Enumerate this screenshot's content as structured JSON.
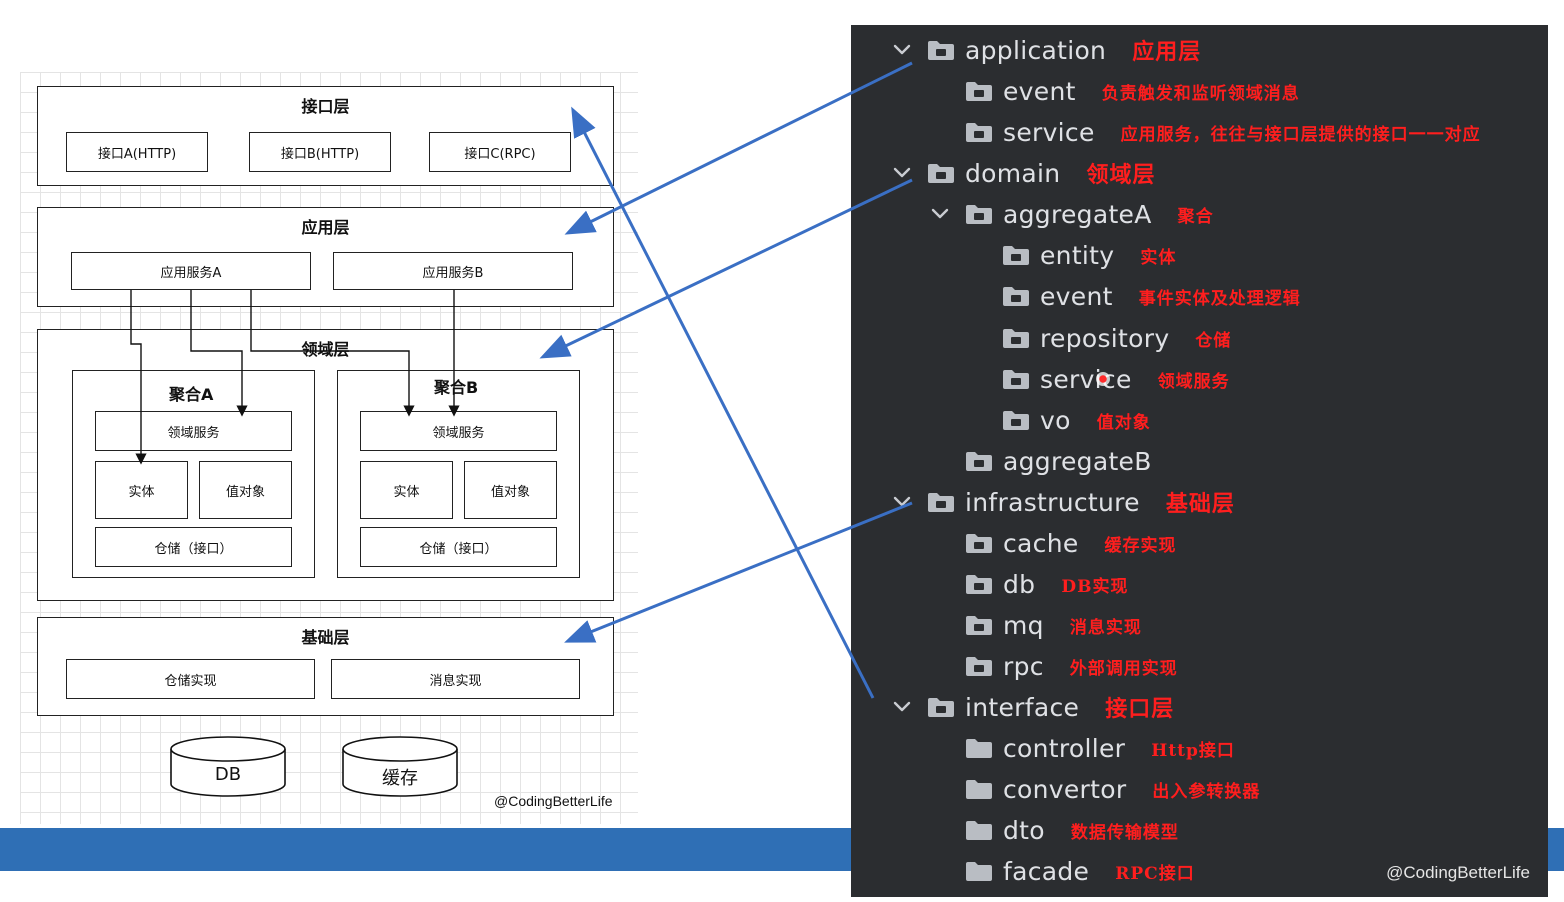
{
  "diagram": {
    "interface_layer": {
      "title": "接口层",
      "items": [
        "接口A(HTTP)",
        "接口B(HTTP)",
        "接口C(RPC)"
      ]
    },
    "application_layer": {
      "title": "应用层",
      "items": [
        "应用服务A",
        "应用服务B"
      ]
    },
    "domain_layer": {
      "title": "领域层",
      "aggregates": [
        {
          "title": "聚合A",
          "service": "领域服务",
          "entity": "实体",
          "value_object": "值对象",
          "repository": "仓储（接口）"
        },
        {
          "title": "聚合B",
          "service": "领域服务",
          "entity": "实体",
          "value_object": "值对象",
          "repository": "仓储（接口）"
        }
      ]
    },
    "infrastructure_layer": {
      "title": "基础层",
      "items": [
        "仓储实现",
        "消息实现"
      ]
    },
    "stores": [
      "DB",
      "缓存"
    ],
    "signature": "@CodingBetterLife"
  },
  "tree": {
    "rows": [
      {
        "name": "application",
        "note": "应用层",
        "expanded": true,
        "icon": "folder-icon"
      },
      {
        "name": "event",
        "note": "负责触发和监听领域消息",
        "icon": "folder-icon"
      },
      {
        "name": "service",
        "note": "应用服务，往往与接口层提供的接口一一对应",
        "icon": "folder-icon"
      },
      {
        "name": "domain",
        "note": "领域层",
        "expanded": true,
        "icon": "folder-icon"
      },
      {
        "name": "aggregateA",
        "note": "聚合",
        "expanded": true,
        "icon": "folder-icon"
      },
      {
        "name": "entity",
        "note": "实体",
        "icon": "folder-icon"
      },
      {
        "name": "event",
        "note": "事件实体及处理逻辑",
        "icon": "folder-icon"
      },
      {
        "name": "repository",
        "note": "仓储",
        "icon": "folder-icon"
      },
      {
        "name": "service",
        "note": "领域服务",
        "icon": "folder-icon"
      },
      {
        "name": "vo",
        "note": "值对象",
        "icon": "folder-icon"
      },
      {
        "name": "aggregateB",
        "note": "",
        "icon": "folder-icon"
      },
      {
        "name": "infrastructure",
        "note": "基础层",
        "expanded": true,
        "icon": "folder-icon"
      },
      {
        "name": "cache",
        "note": "缓存实现",
        "icon": "folder-icon"
      },
      {
        "name": "db",
        "note": "DB实现",
        "icon": "folder-icon"
      },
      {
        "name": "mq",
        "note": "消息实现",
        "icon": "folder-icon"
      },
      {
        "name": "rpc",
        "note": "外部调用实现",
        "icon": "folder-icon"
      },
      {
        "name": "interface",
        "note": "接口层",
        "expanded": true,
        "icon": "folder-icon"
      },
      {
        "name": "controller",
        "note": "Http接口",
        "icon": "folder-icon"
      },
      {
        "name": "convertor",
        "note": "出入参转换器",
        "icon": "folder-icon"
      },
      {
        "name": "dto",
        "note": "数据传输模型",
        "icon": "folder-icon"
      },
      {
        "name": "facade",
        "note": "RPC接口",
        "icon": "folder-icon"
      }
    ],
    "signature": "@CodingBetterLife"
  },
  "colors": {
    "panel_bg": "#2b2d30",
    "annotation_red": "#ff1e1e",
    "arrow_blue": "#3a6fc4",
    "band_blue": "#2f6fb5"
  }
}
